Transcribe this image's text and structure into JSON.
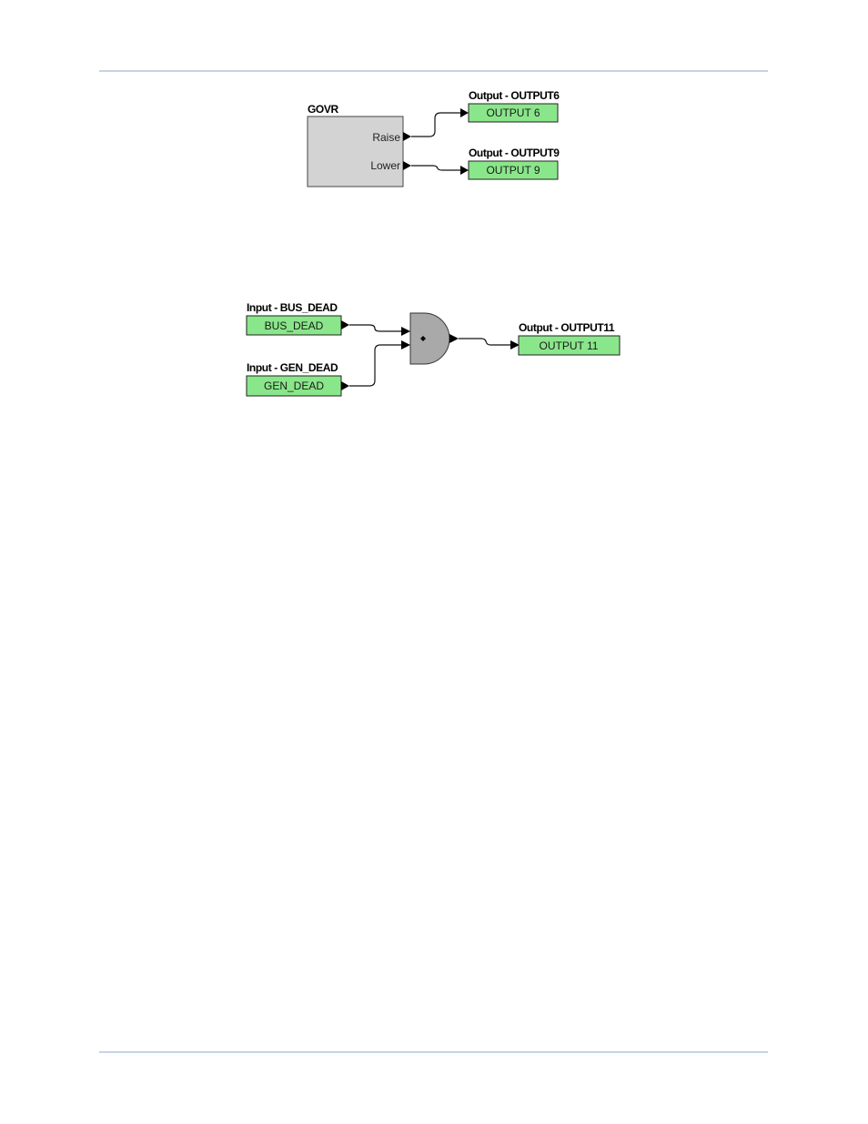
{
  "diagram1": {
    "govr": {
      "title": "GOVR",
      "raise_label": "Raise",
      "lower_label": "Lower"
    },
    "out6": {
      "title": "Output - OUTPUT6",
      "label": "OUTPUT 6"
    },
    "out9": {
      "title": "Output - OUTPUT9",
      "label": "OUTPUT 9"
    }
  },
  "diagram2": {
    "in_bus": {
      "title": "Input - BUS_DEAD",
      "label": "BUS_DEAD"
    },
    "in_gen": {
      "title": "Input - GEN_DEAD",
      "label": "GEN_DEAD"
    },
    "gate": {
      "symbol": "and-gate"
    },
    "out11": {
      "title": "Output - OUTPUT11",
      "label": "OUTPUT 11"
    }
  },
  "colors": {
    "green_box": "#8ae68a",
    "govr_box": "#d3d3d3",
    "gate": "#a9a9a9",
    "rule": "#c5d3e6"
  }
}
